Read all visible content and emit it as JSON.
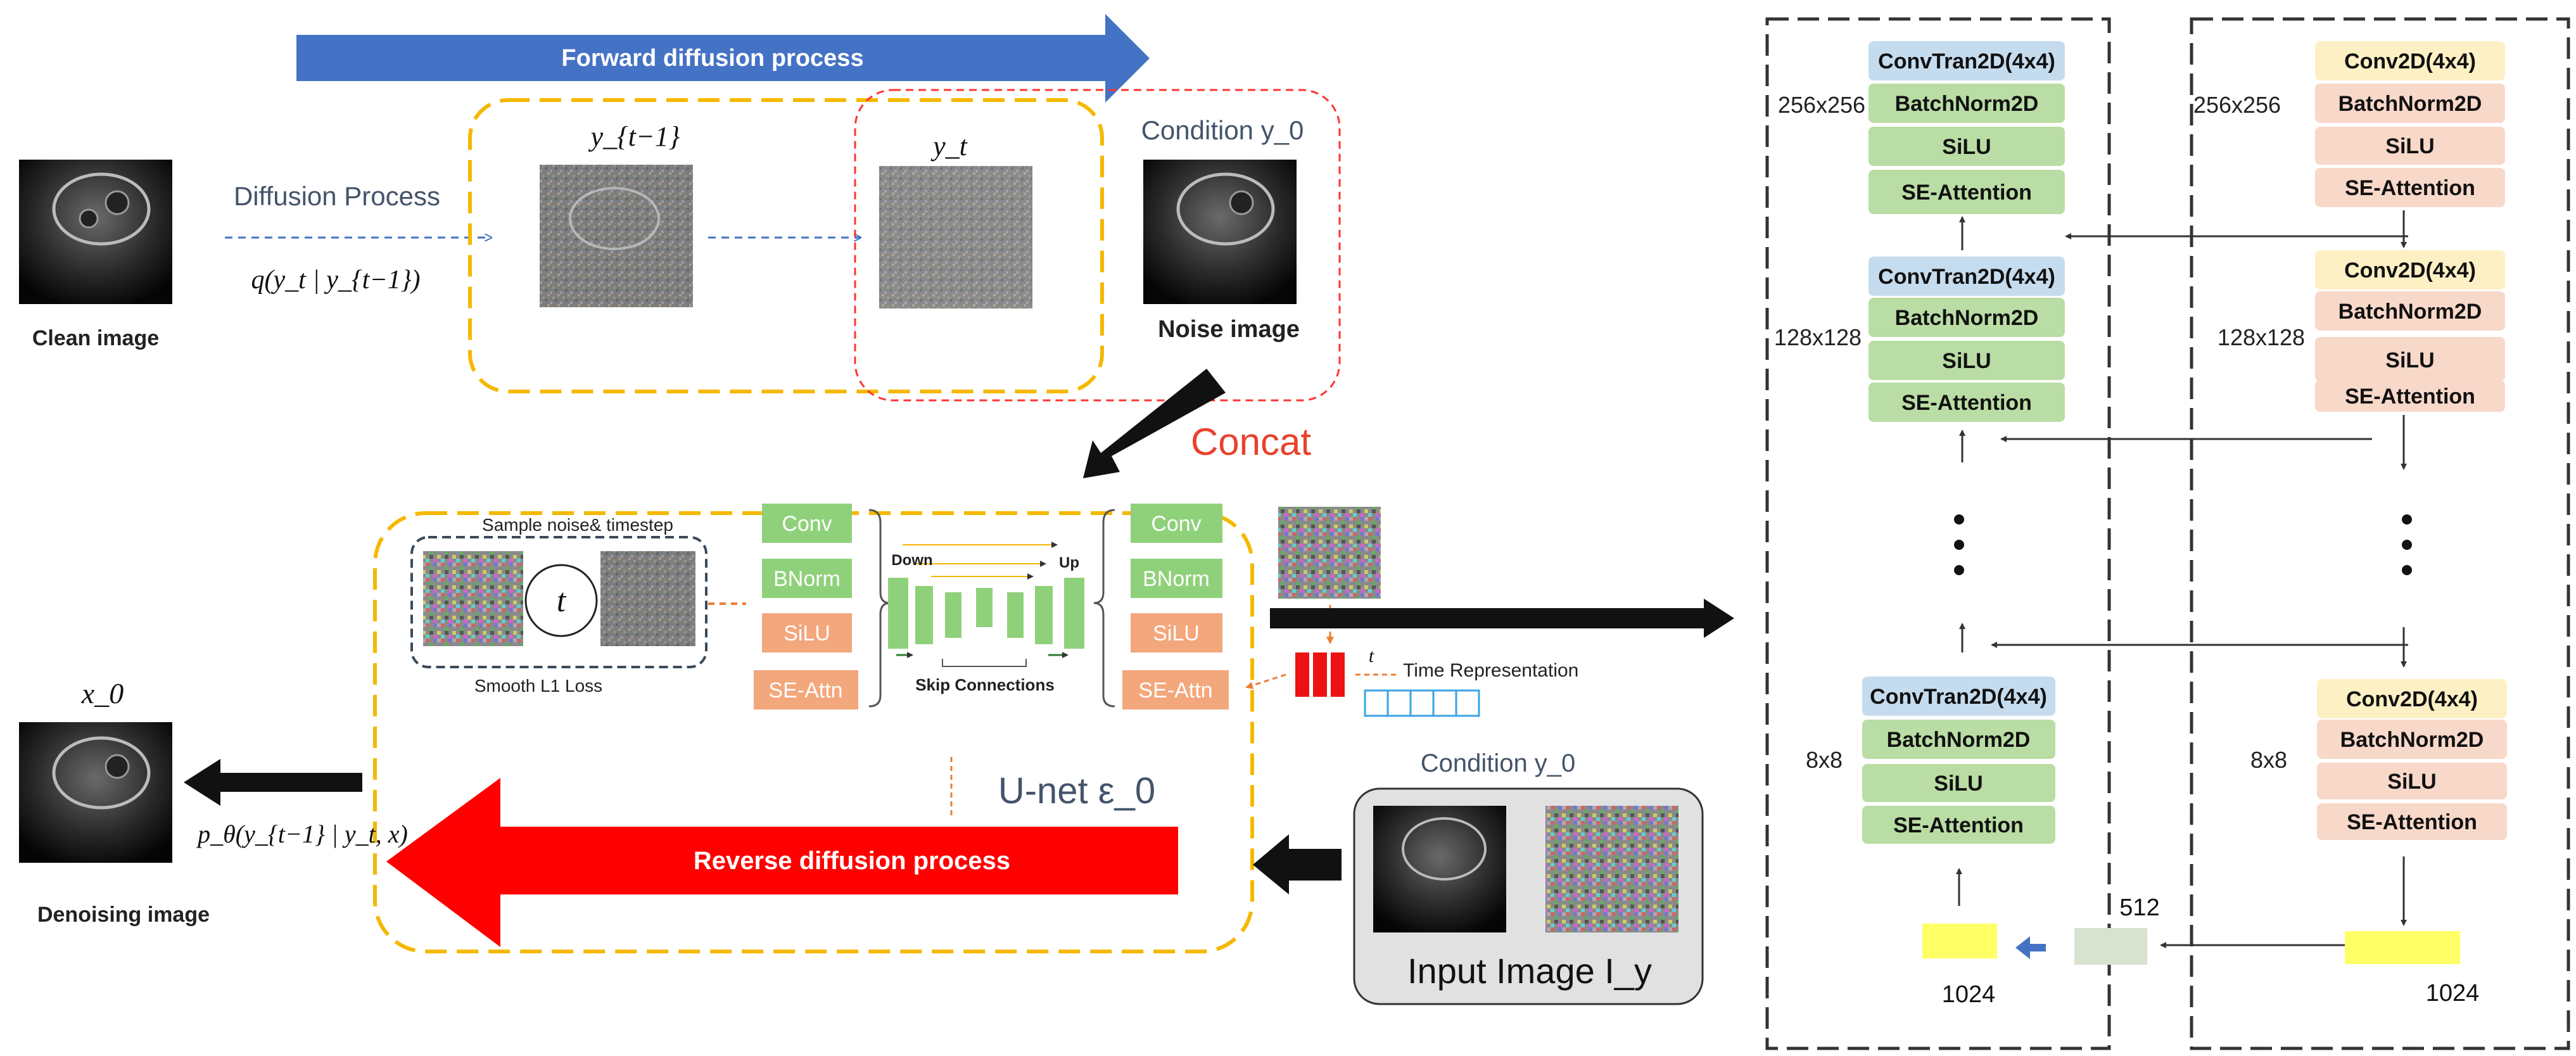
{
  "forward": {
    "title": "Forward diffusion process",
    "diffusion_label": "Diffusion Process",
    "q_formula": "q(y_t | y_{t−1})",
    "y_prev": "y_{t−1}",
    "y_t": "y_t",
    "condition_label": "Condition y_0",
    "clean_caption": "Clean image",
    "noise_caption": "Noise image",
    "concat_label": "Concat"
  },
  "reverse": {
    "title": "Reverse diffusion process",
    "x0_label": "x_0",
    "p_formula": "p_θ(y_{t−1} | y_t, x)",
    "denoise_caption": "Denoising image",
    "sample_label": "Sample noise& timestep",
    "t_symbol": "t",
    "loss_label": "Smooth L1 Loss",
    "unet_label": "U-net ε_0",
    "left_blocks": [
      "Conv",
      "BNorm",
      "SiLU",
      "SE-Attn"
    ],
    "right_blocks": [
      "Conv",
      "BNorm",
      "SiLU",
      "SE-Attn"
    ],
    "down_label": "Down",
    "up_label": "Up",
    "skip_label": "Skip Connections",
    "time_t": "t",
    "time_label": "Time Representation",
    "condition_label": "Condition y_0",
    "input_label": "Input Image I_y"
  },
  "decoder": {
    "stages": [
      {
        "size": "256x256",
        "blocks": [
          "ConvTran2D(4x4)",
          "BatchNorm2D",
          "SiLU",
          "SE-Attention"
        ]
      },
      {
        "size": "128x128",
        "blocks": [
          "ConvTran2D(4x4)",
          "BatchNorm2D",
          "SiLU",
          "SE-Attention"
        ]
      },
      {
        "size": "8x8",
        "blocks": [
          "ConvTran2D(4x4)",
          "BatchNorm2D",
          "SiLU",
          "SE-Attention"
        ]
      }
    ],
    "bottom_value": "1024"
  },
  "encoder": {
    "stages": [
      {
        "size": "256x256",
        "blocks": [
          "Conv2D(4x4)",
          "BatchNorm2D",
          "SiLU",
          "SE-Attention"
        ]
      },
      {
        "size": "128x128",
        "blocks": [
          "Conv2D(4x4)",
          "BatchNorm2D",
          "SiLU",
          "SE-Attention"
        ]
      },
      {
        "size": "8x8",
        "blocks": [
          "Conv2D(4x4)",
          "BatchNorm2D",
          "SiLU",
          "SE-Attention"
        ]
      }
    ],
    "bottom_value": "1024"
  },
  "bottleneck_value": "512",
  "colors": {
    "forward_arrow": "#4472c4",
    "reverse_arrow": "#ff0000",
    "dashed_yellow": "#f5b800",
    "dashed_red": "#ff3333",
    "concat": "#e8412b",
    "dec_header": "#c5dcef",
    "enc_header": "#fdf0c4",
    "dec_body": "#b9dda4",
    "enc_body": "#f8d8c9",
    "green_block": "#8fd17a",
    "orange_block": "#f3a77c",
    "yellow_block": "#ffff66",
    "bottleneck": "#d9e2cf"
  }
}
